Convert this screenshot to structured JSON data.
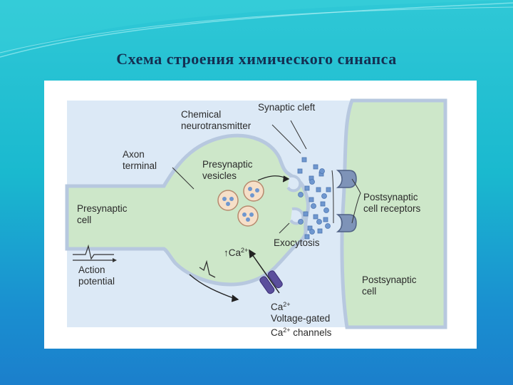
{
  "slide": {
    "title": "Схема строения химического синапса"
  },
  "colors": {
    "cell_fill": "#cde7c9",
    "cleft_fill": "#dce9f6",
    "membrane": "#b7c8df",
    "vesicle": "#f6dfc8",
    "transmitter": "#6f97cf",
    "receptor": "#7e93b8",
    "channel": "#5b4f9c"
  },
  "diagram": {
    "labels": {
      "chemical_neurotransmitter_1": "Chemical",
      "chemical_neurotransmitter_2": "neurotransmitter",
      "synaptic_cleft": "Synaptic cleft",
      "axon_terminal_1": "Axon",
      "axon_terminal_2": "terminal",
      "presynaptic_vesicles_1": "Presynaptic",
      "presynaptic_vesicles_2": "vesicles",
      "presynaptic_cell_1": "Presynaptic",
      "presynaptic_cell_2": "cell",
      "postsynaptic_receptors_1": "Postsynaptic",
      "postsynaptic_receptors_2": "cell receptors",
      "exocytosis": "Exocytosis",
      "ca_influx_arrow": "↑",
      "ca_influx": "Ca",
      "ca_charge": "2+",
      "action_potential_1": "Action",
      "action_potential_2": "potential",
      "postsynaptic_cell_1": "Postsynaptic",
      "postsynaptic_cell_2": "cell",
      "channel_ion": "Ca",
      "channel_ion_charge": "2+",
      "voltage_gated": "Voltage-gated",
      "channels_ion": "Ca",
      "channels_ion_charge": "2+",
      "channels_text": " channels"
    }
  }
}
